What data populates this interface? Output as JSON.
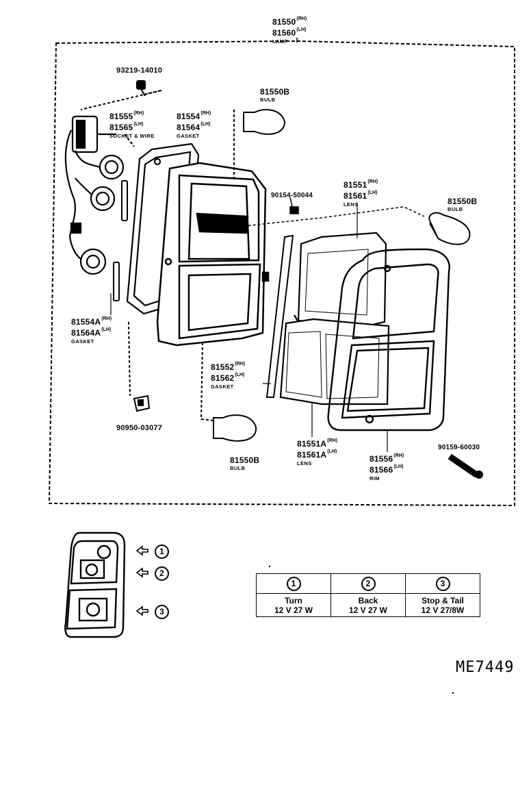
{
  "lamp": {
    "pn1": "81550",
    "sf1": "(RH)",
    "pn2": "81560",
    "sf2": "(LH)",
    "name": "LAMP"
  },
  "screw_top": {
    "pn": "93219-14010"
  },
  "socket": {
    "pn1": "81555",
    "sf1": "(RH)",
    "pn2": "81565",
    "sf2": "(LH)",
    "name": "SOCKET & WIRE"
  },
  "gasket_main": {
    "pn1": "81554",
    "sf1": "(RH)",
    "pn2": "81564",
    "sf2": "(LH)",
    "name": "GASKET"
  },
  "bulb_top": {
    "pn": "81550B",
    "name": "BULB"
  },
  "screw_mid": {
    "pn": "90154-50044"
  },
  "lens_upper": {
    "pn1": "81551",
    "sf1": "(RH)",
    "pn2": "81561",
    "sf2": "(LH)",
    "name": "LENS"
  },
  "bulb_right": {
    "pn": "81550B",
    "name": "BULB"
  },
  "gasket_a": {
    "pn1": "81554A",
    "sf1": "(RH)",
    "pn2": "81564A",
    "sf2": "(LH)",
    "name": "GASKET"
  },
  "gasket_lens": {
    "pn1": "81552",
    "sf1": "(RH)",
    "pn2": "81562",
    "sf2": "(LH)",
    "name": "GASKET"
  },
  "nut": {
    "pn": "90950-03077"
  },
  "lens_lower": {
    "pn1": "81551A",
    "sf1": "(RH)",
    "pn2": "81561A",
    "sf2": "(LH)",
    "name": "LENS"
  },
  "bulb_bottom": {
    "pn": "81550B",
    "name": "BULB"
  },
  "rim": {
    "pn1": "81556",
    "sf1": "(RH)",
    "pn2": "81566",
    "sf2": "(LH)",
    "name": "RIM"
  },
  "screw_rim": {
    "pn": "90159-60030"
  },
  "markers": [
    "1",
    "2",
    "3"
  ],
  "legend": [
    {
      "num": "1",
      "name": "Turn",
      "spec": "12 V 27 W"
    },
    {
      "num": "2",
      "name": "Back",
      "spec": "12 V 27 W"
    },
    {
      "num": "3",
      "name": "Stop & Tail",
      "spec": "12 V 27/8W"
    }
  ],
  "drawing_code": "ME7449"
}
